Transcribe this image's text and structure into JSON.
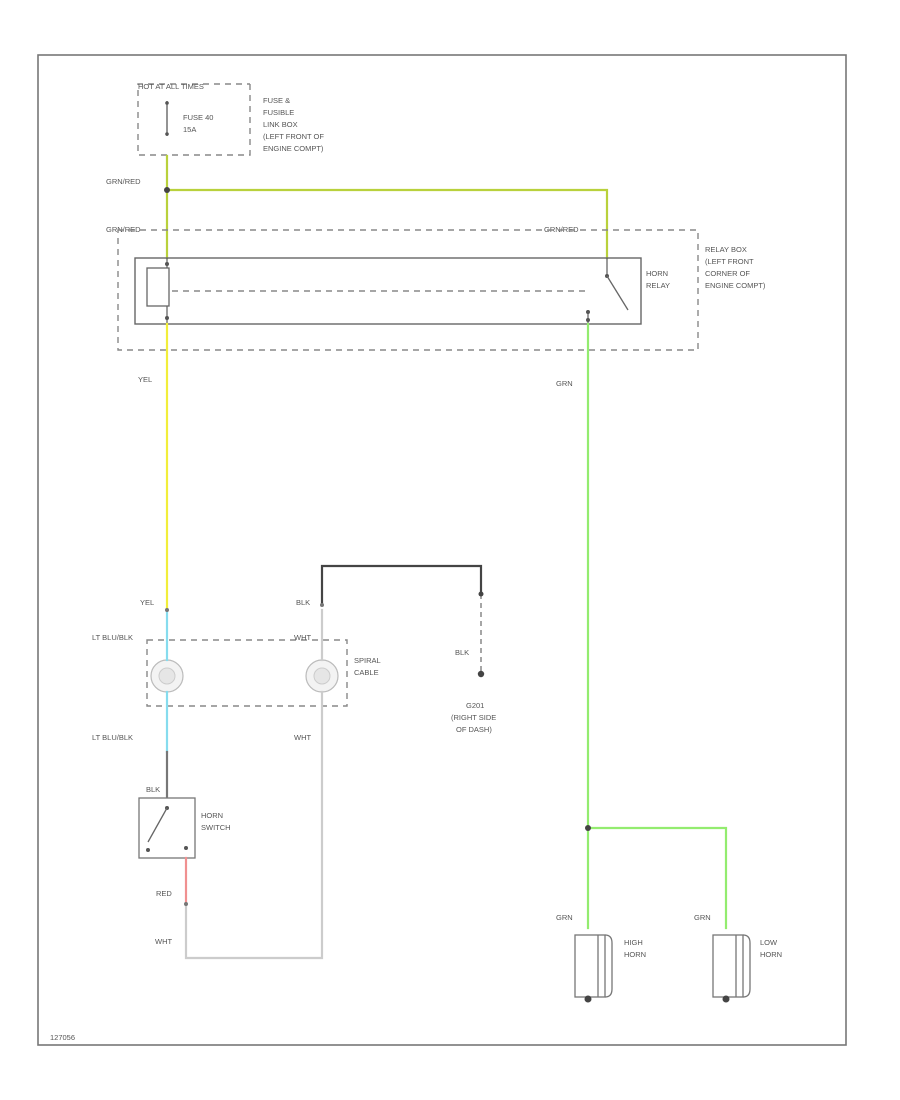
{
  "labels": {
    "hot_at_all_times": "HOT AT ALL TIMES",
    "fuse_40": "FUSE 40",
    "fuse_40_amp": "15A",
    "fuse_box_1": "FUSE &",
    "fuse_box_2": "FUSIBLE",
    "fuse_box_3": "LINK BOX",
    "fuse_box_4": "(LEFT FRONT OF",
    "fuse_box_5": "ENGINE COMPT)",
    "wire_grn_red_top": "GRN/RED",
    "wire_grn_red_left": "GRN/RED",
    "wire_grn_red_right": "GRN/RED",
    "relay_box_1": "RELAY BOX",
    "relay_box_2": "(LEFT FRONT",
    "relay_box_3": "CORNER OF",
    "relay_box_4": "ENGINE COMPT)",
    "horn_relay_1": "HORN",
    "horn_relay_2": "RELAY",
    "wire_yel": "YEL",
    "wire_grn": "GRN",
    "wire_yel_2": "YEL",
    "wire_blk_1": "BLK",
    "wire_lt_blu_blk_1": "LT BLU/BLK",
    "wire_wht_1": "WHT",
    "spiral_cable_1": "SPIRAL",
    "spiral_cable_2": "CABLE",
    "wire_blk_2": "BLK",
    "ground_1": "G201",
    "ground_2": "(RIGHT SIDE",
    "ground_3": "OF DASH)",
    "wire_lt_blu_blk_2": "LT BLU/BLK",
    "wire_wht_2": "WHT",
    "wire_blk_3": "BLK",
    "horn_switch_1": "HORN",
    "horn_switch_2": "SWITCH",
    "wire_red": "RED",
    "wire_wht_3": "WHT",
    "wire_grn_2": "GRN",
    "wire_grn_3": "GRN",
    "high_horn_1": "HIGH",
    "high_horn_2": "HORN",
    "low_horn_1": "LOW",
    "low_horn_2": "HORN",
    "figure_id": "127056"
  },
  "colors": {
    "yel": "#f2ee3a",
    "grn": "#93ec6f",
    "grn_yel": "#b9d13c",
    "lt_blu": "#86dcee",
    "red": "#f09090",
    "blk": "#444444",
    "wht": "#cccccc"
  }
}
